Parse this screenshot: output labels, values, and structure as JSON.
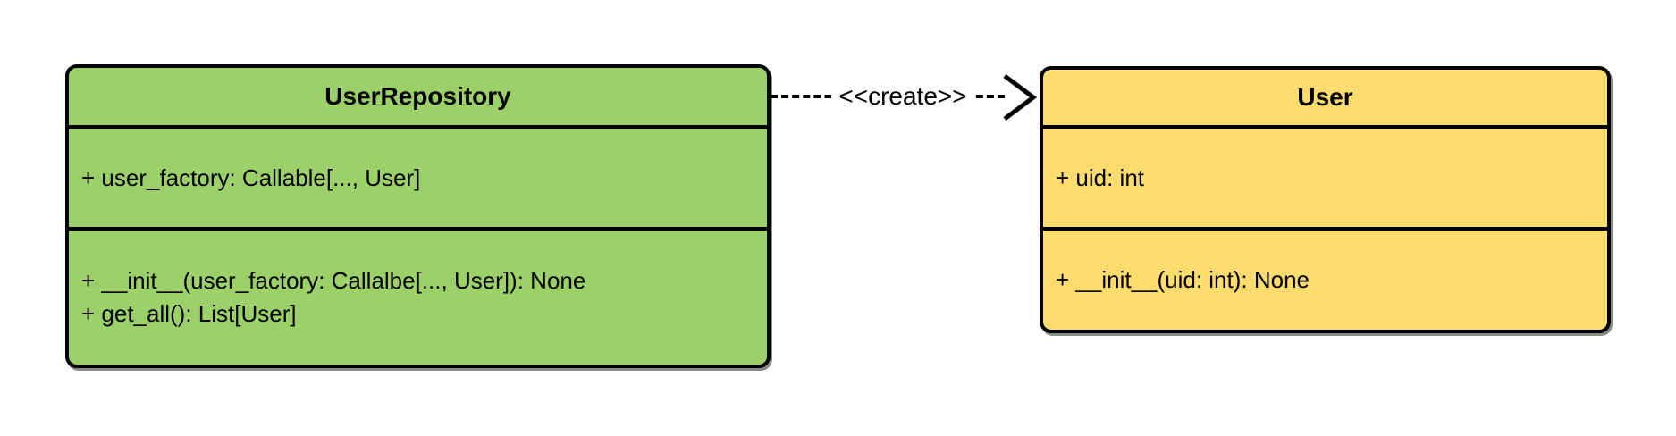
{
  "diagram": {
    "background_color": "#ffffff",
    "classes": [
      {
        "name": "UserRepository",
        "fill_color": "#9cd169",
        "border_color": "#000000",
        "attributes": [
          "+ user_factory: Callable[..., User]"
        ],
        "methods": [
          "+ __init__(user_factory: Callalbe[..., User]): None",
          "+ get_all(): List[User]"
        ]
      },
      {
        "name": "User",
        "fill_color": "#fddc6e",
        "border_color": "#000000",
        "attributes": [
          "+ uid: int"
        ],
        "methods": [
          "+ __init__(uid: int): None"
        ]
      }
    ],
    "relation": {
      "label": "<<create>>",
      "from": "UserRepository",
      "to": "User",
      "line_style": "dashed",
      "arrowhead": "open",
      "color": "#000000"
    }
  }
}
